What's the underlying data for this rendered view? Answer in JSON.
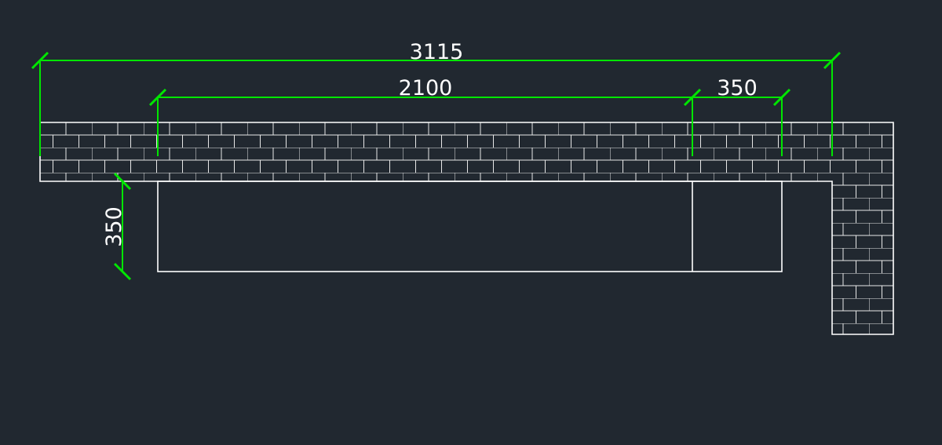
{
  "drawing": {
    "background": "#212830",
    "line_color": "#ffffff",
    "dimension_color": "#00e600"
  },
  "dimensions": {
    "overall": "3115",
    "opening": "2100",
    "side": "350",
    "depth": "350"
  }
}
